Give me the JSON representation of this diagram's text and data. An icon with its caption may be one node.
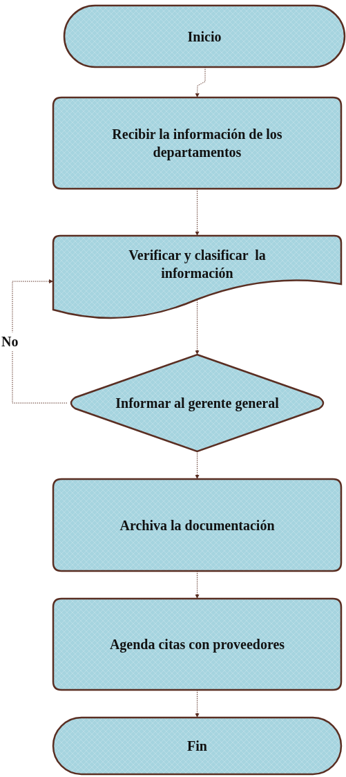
{
  "diagram": {
    "nodes": [
      {
        "text": [
          "Inicio"
        ]
      },
      {
        "text": [
          "Recibir la información de los departamentos"
        ]
      },
      {
        "text": [
          "Verificar y clasificar  la información"
        ]
      },
      {
        "text": [
          "Informar al gerente general"
        ]
      },
      {
        "text": [
          "Archiva la documentación"
        ]
      },
      {
        "text": [
          "Agenda citas con proveedores"
        ]
      },
      {
        "text": [
          "Fin"
        ]
      }
    ],
    "edges": [
      {
        "from": 0,
        "to": 1,
        "arrow": "to"
      },
      {
        "from": 1,
        "to": 2,
        "arrow": "to"
      },
      {
        "from": 2,
        "to": 3,
        "arrow": "to"
      },
      {
        "from": 3,
        "to": 2,
        "arrow": "to",
        "label": "No"
      },
      {
        "from": 3,
        "to": 4,
        "arrow": "to"
      },
      {
        "from": 4,
        "to": 5,
        "arrow": "to"
      },
      {
        "from": 5,
        "to": 6,
        "arrow": "to"
      }
    ]
  }
}
